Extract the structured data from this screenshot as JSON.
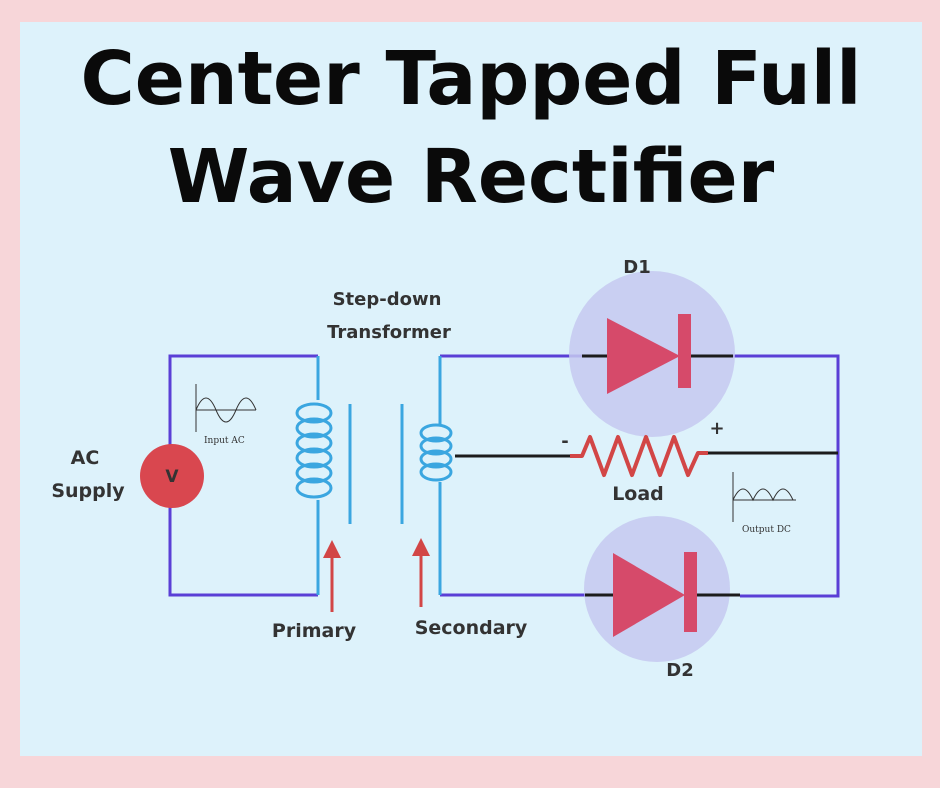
{
  "title": {
    "line1": "Center Tapped Full",
    "line2": "Wave Rectifier"
  },
  "labels": {
    "source_line1": "AC",
    "source_line2": "Supply",
    "source_symbol": "V",
    "transformer_line1": "Step-down",
    "transformer_line2": "Transformer",
    "primary": "Primary",
    "secondary": "Secondary",
    "diode1": "D1",
    "diode2": "D2",
    "load": "Load",
    "load_minus": "-",
    "load_plus": "+",
    "input_wave": "Input AC",
    "output_wave": "Output DC"
  },
  "colors": {
    "wire": "#5a3fd6",
    "coil": "#3aa6e0",
    "diode": "#d64a6a",
    "diode_halo": "#c5c9f0",
    "source": "#d9474f",
    "resistor": "#d24646",
    "arrow": "#d24646",
    "frame_border": "#f7d6d9",
    "background": "#ddf2fb"
  }
}
